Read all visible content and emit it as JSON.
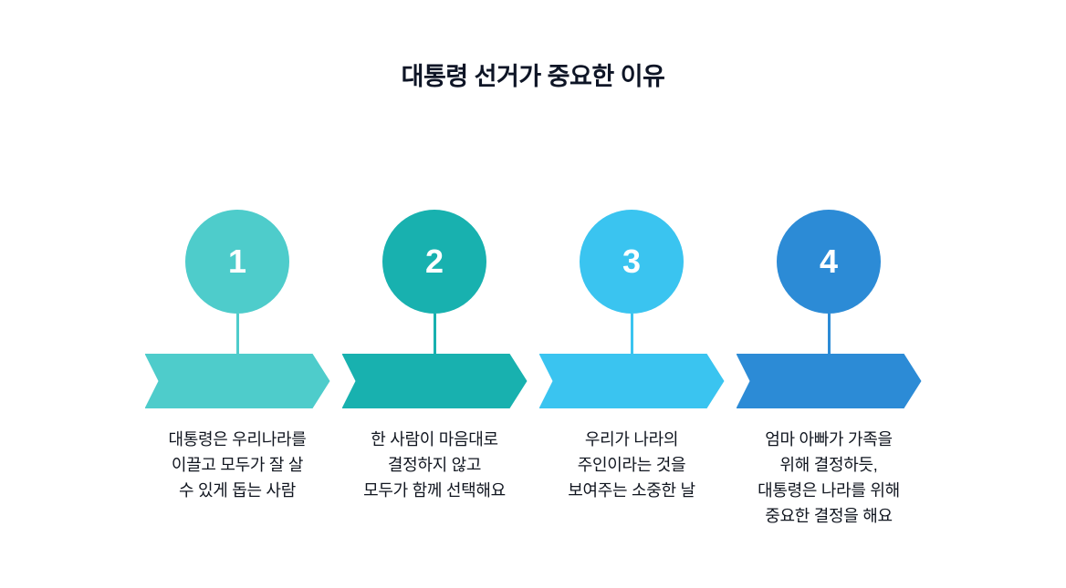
{
  "title": "대통령 선거가 중요한 이유",
  "colors": {
    "step1": "#4ECCCB",
    "step2": "#18B1AF",
    "step3": "#3AC4F0",
    "step4": "#2C8BD6",
    "number_text": "#ffffff",
    "body_text": "#10151f"
  },
  "steps": [
    {
      "number": "1",
      "color": "#4ECCCB",
      "desc_lines": [
        "대통령은 우리나라를",
        "이끌고 모두가 잘 살",
        "수 있게 돕는 사람"
      ]
    },
    {
      "number": "2",
      "color": "#18B1AF",
      "desc_lines": [
        "한 사람이 마음대로",
        "결정하지 않고",
        "모두가 함께 선택해요"
      ]
    },
    {
      "number": "3",
      "color": "#3AC4F0",
      "desc_lines": [
        "우리가 나라의",
        "주인이라는 것을",
        "보여주는 소중한 날"
      ]
    },
    {
      "number": "4",
      "color": "#2C8BD6",
      "desc_lines": [
        "엄마 아빠가 가족을",
        "위해 결정하듯,",
        "대통령은 나라를 위해",
        "중요한 결정을 해요"
      ]
    }
  ]
}
